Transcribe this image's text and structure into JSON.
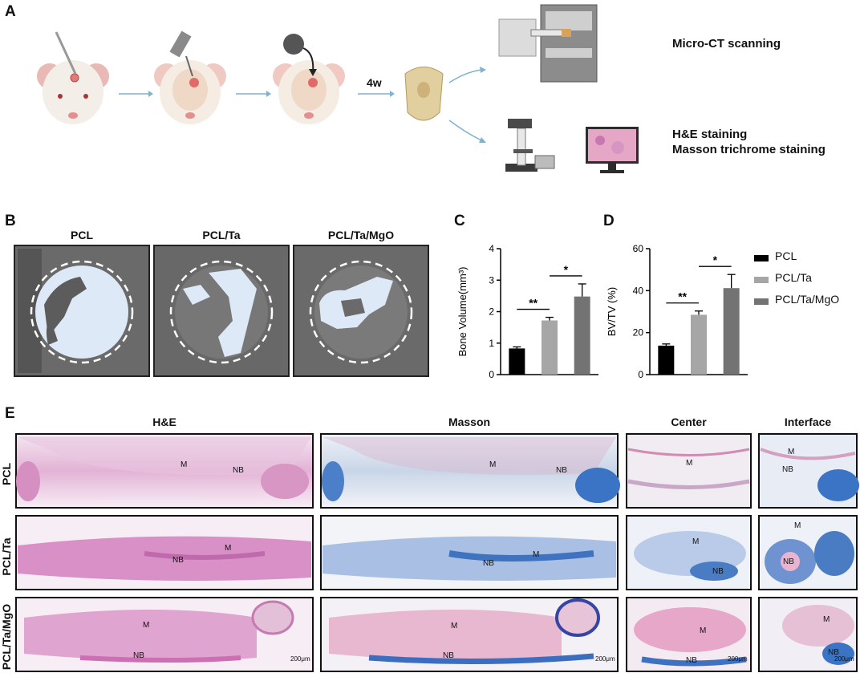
{
  "panels": {
    "A": "A",
    "B": "B",
    "C": "C",
    "D": "D",
    "E": "E"
  },
  "schematic": {
    "time_label": "4w",
    "micro_ct": "Micro-CT scanning",
    "stain_1": "H&E staining",
    "stain_2": "Masson trichrome staining"
  },
  "microct_titles": [
    "PCL",
    "PCL/Ta",
    "PCL/Ta/MgO"
  ],
  "legend": [
    {
      "label": "PCL",
      "color": "#000000"
    },
    {
      "label": "PCL/Ta",
      "color": "#a6a6a6"
    },
    {
      "label": "PCL/Ta/MgO",
      "color": "#737373"
    }
  ],
  "chart_data": [
    {
      "type": "bar",
      "categories": [
        "PCL",
        "PCL/Ta",
        "PCL/Ta/MgO"
      ],
      "values": [
        0.83,
        1.72,
        2.48
      ],
      "errors": [
        0.05,
        0.1,
        0.4
      ],
      "ylabel": "Bone Volume(mm³)",
      "ylim": [
        0,
        4
      ],
      "yticks": [
        "0",
        "1",
        "2",
        "3",
        "4"
      ],
      "significance": [
        "**",
        "*"
      ],
      "colors": [
        "#000000",
        "#a6a6a6",
        "#737373"
      ]
    },
    {
      "type": "bar",
      "categories": [
        "PCL",
        "PCL/Ta",
        "PCL/Ta/MgO"
      ],
      "values": [
        13.8,
        28.5,
        41.2
      ],
      "errors": [
        0.8,
        1.8,
        6.5
      ],
      "ylabel": "BV/TV (%)",
      "ylim": [
        0,
        60
      ],
      "yticks": [
        "0",
        "20",
        "40",
        "60"
      ],
      "significance": [
        "**",
        "*"
      ],
      "colors": [
        "#000000",
        "#a6a6a6",
        "#737373"
      ]
    }
  ],
  "histology": {
    "column_titles": [
      "H&E",
      "Masson",
      "Center",
      "Interface"
    ],
    "row_labels": [
      "PCL",
      "PCL/Ta",
      "PCL/Ta/MgO"
    ],
    "region_M": "M",
    "region_NB": "NB",
    "scale_bar": "200μm"
  }
}
